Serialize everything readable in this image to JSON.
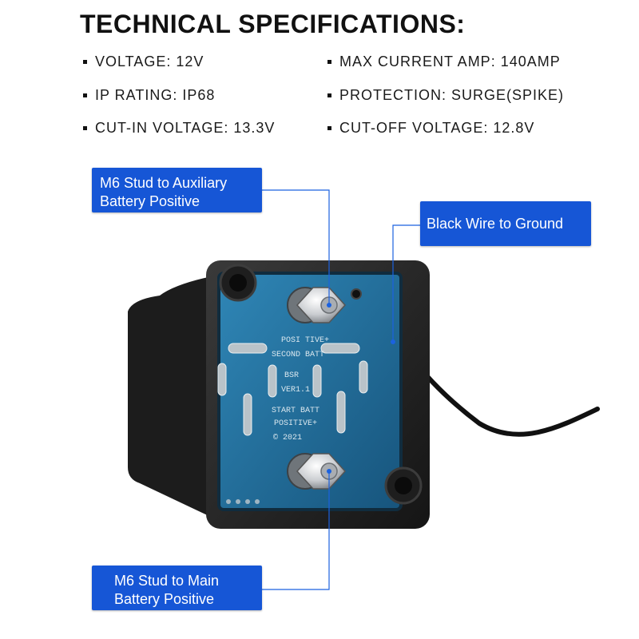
{
  "title": "TECHNICAL SPECIFICATIONS:",
  "specs": {
    "voltage": "VOLTAGE: 12V",
    "max_current": "MAX CURRENT AMP: 140AMP",
    "ip_rating": "IP RATING: IP68",
    "protection": "PROTECTION: SURGE(SPIKE)",
    "cut_in": "CUT-IN VOLTAGE: 13.3V",
    "cut_off": "CUT-OFF VOLTAGE: 12.8V"
  },
  "callouts": {
    "aux_line1": "M6 Stud to Auxiliary",
    "aux_line2": "Battery Positive",
    "ground": "Black Wire to Ground",
    "main_line1": "M6 Stud to Main",
    "main_line2": "Battery Positive"
  },
  "pcb": {
    "positive": "POSI TIVE+",
    "second_batt": "SECOND BATT",
    "bsr": "BSR",
    "version": "VER1.1",
    "start_batt": "START BATT",
    "positive2": "POSITIVE+",
    "year": "© 2021"
  },
  "colors": {
    "callout_blue": "#1656d6",
    "pcb_blue": "#1f6e9e",
    "housing": "#262626"
  }
}
